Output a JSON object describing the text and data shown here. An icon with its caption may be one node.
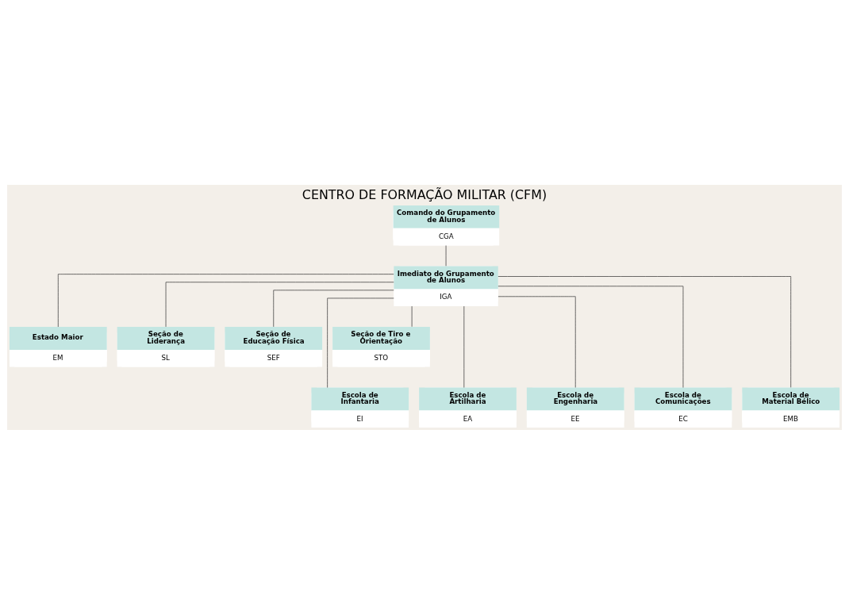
{
  "diagram": {
    "title": "CENTRO DE FORMAÇÃO MILITAR (CFM)",
    "nodes": [
      {
        "text": [
          "Comando do Grupamento de Alunos",
          "CGA"
        ]
      },
      {
        "text": [
          "Imediato do Grupamento de Alunos",
          "IGA"
        ]
      },
      {
        "text": [
          "Estado Maior",
          "EM"
        ]
      },
      {
        "text": [
          "Seção de Liderança",
          "SL"
        ]
      },
      {
        "text": [
          "Seção de Educação Física",
          "SEF"
        ]
      },
      {
        "text": [
          "Seção de Tiro e Orientação",
          "STO"
        ]
      },
      {
        "text": [
          "Escola de Infantaria",
          "EI"
        ]
      },
      {
        "text": [
          "Escola de Artilharia",
          "EA"
        ]
      },
      {
        "text": [
          "Escola de Engenharia",
          "EE"
        ]
      },
      {
        "text": [
          "Escola de Comunicações",
          "EC"
        ]
      },
      {
        "text": [
          "Escola de Material Bélico",
          "EMB"
        ]
      }
    ],
    "edges": [
      {
        "from": 0,
        "to": 1,
        "arrow": "none"
      },
      {
        "from": 1,
        "to": 2,
        "arrow": "none"
      },
      {
        "from": 1,
        "to": 3,
        "arrow": "none"
      },
      {
        "from": 1,
        "to": 4,
        "arrow": "none"
      },
      {
        "from": 1,
        "to": 5,
        "arrow": "none"
      },
      {
        "from": 1,
        "to": 6,
        "arrow": "none"
      },
      {
        "from": 1,
        "to": 7,
        "arrow": "none"
      },
      {
        "from": 1,
        "to": 8,
        "arrow": "none"
      },
      {
        "from": 1,
        "to": 9,
        "arrow": "none"
      },
      {
        "from": 1,
        "to": 10,
        "arrow": "none"
      }
    ]
  }
}
